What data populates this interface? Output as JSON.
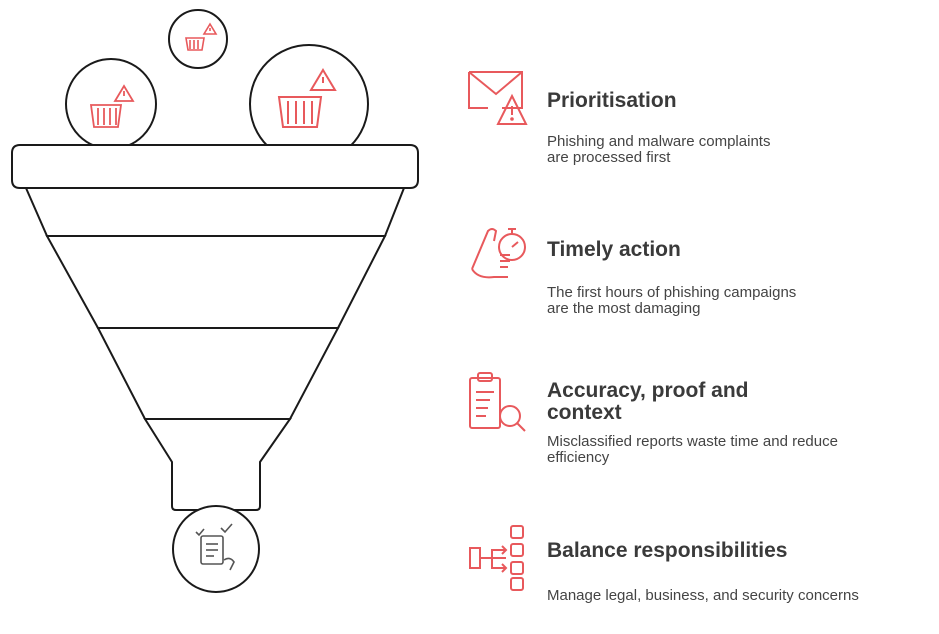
{
  "accent_color": "#e8595c",
  "funnel": {
    "input_icons": [
      "shopping-cart-warning-icon",
      "shopping-cart-warning-icon",
      "shopping-cart-warning-icon"
    ],
    "output_icon": "checklist-hand-icon"
  },
  "items": [
    {
      "title": "Prioritisation",
      "description_lines": [
        "Phishing and malware complaints",
        "are processed first"
      ],
      "icon": "envelope-warning-icon"
    },
    {
      "title": "Timely action",
      "description_lines": [
        "The first hours of phishing campaigns",
        "are the most damaging"
      ],
      "icon": "stopwatch-hand-icon"
    },
    {
      "title_lines": [
        "Accuracy, proof and",
        "context"
      ],
      "description_lines": [
        "Misclassified reports waste time and reduce",
        "efficiency"
      ],
      "icon": "clipboard-search-icon"
    },
    {
      "title": "Balance responsibilities",
      "description_lines": [
        "Manage legal, business, and security concerns"
      ],
      "icon": "flow-distribution-icon"
    }
  ]
}
